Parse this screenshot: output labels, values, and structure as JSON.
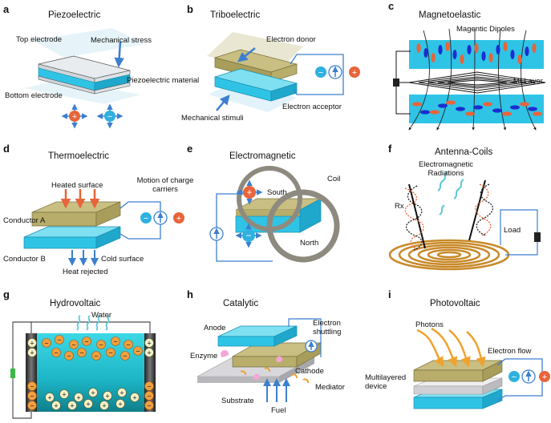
{
  "colors": {
    "cyan": "#2fc4e6",
    "olive": "#b8ad6a",
    "orange": "#e8643a",
    "blue": "#3c7fd0",
    "coil": "#c88a2a",
    "dark": "#333333"
  },
  "panels": [
    {
      "letter": "a",
      "title": "Piezoelectric",
      "labels": {
        "top_electrode": "Top electrode",
        "stress": "Mechanical stress",
        "material": "Piezoelectric material",
        "bottom_electrode": "Bottom electrode"
      }
    },
    {
      "letter": "b",
      "title": "Triboelectric",
      "labels": {
        "donor": "Electron donor",
        "acceptor": "Electron acceptor",
        "stimuli": "Mechanical stimuli"
      }
    },
    {
      "letter": "c",
      "title": "Magnetoelastic",
      "labels": {
        "dipoles": "Magentic Dipoles",
        "layer": "MI Layer"
      }
    },
    {
      "letter": "d",
      "title": "Thermoelectric",
      "labels": {
        "heated": "Heated surface",
        "motion": "Motion of charge carriers",
        "cond_a": "Conductor A",
        "cond_b": "Conductor B",
        "cold": "Cold surface",
        "heat_rej": "Heat rejected"
      }
    },
    {
      "letter": "e",
      "title": "Electromagnetic",
      "labels": {
        "south": "South",
        "coil": "Coil",
        "north": "North"
      }
    },
    {
      "letter": "f",
      "title": "Antenna-Coils",
      "labels": {
        "radiations": "Electromagnetic Radiations",
        "rx": "Rx",
        "load": "Load"
      }
    },
    {
      "letter": "g",
      "title": "Hydrovoltaic",
      "labels": {
        "water": "Water"
      }
    },
    {
      "letter": "h",
      "title": "Catalytic",
      "labels": {
        "anode": "Anode",
        "shuttling": "Electron shuttling",
        "enzyme": "Enzyme",
        "cathode": "Cathode",
        "mediator": "Mediator",
        "substrate": "Substrate",
        "fuel": "Fuel"
      }
    },
    {
      "letter": "i",
      "title": "Photovoltaic",
      "labels": {
        "photons": "Photons",
        "flow": "Electron flow",
        "device": "Multilayered device"
      }
    }
  ],
  "symbols": {
    "plus": "+",
    "minus": "−"
  }
}
